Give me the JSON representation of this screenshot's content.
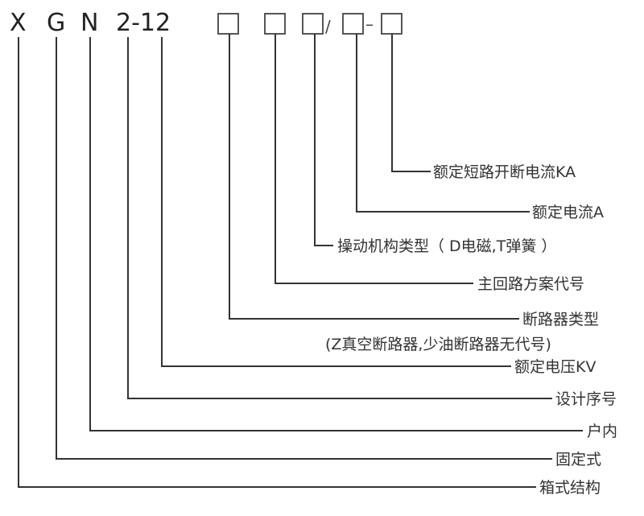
{
  "model_code": {
    "parts": [
      "X",
      "G",
      "N",
      "2-12"
    ],
    "separator_slash": "/",
    "separator_dash": "–"
  },
  "labels": {
    "breaking_current": "额定短路开断电流KA",
    "rated_current": "额定电流A",
    "operating_mechanism": "操动机构类型（ D电磁,T弹簧 ）",
    "main_circuit": "主回路方案代号",
    "breaker_type": "断路器类型",
    "breaker_type_note": "(Z真空断路器,少油断路器无代号)",
    "rated_voltage": "额定电压KV",
    "design_serial": "设计序号",
    "indoor": "户内",
    "fixed": "固定式",
    "box_structure": "箱式结构"
  }
}
